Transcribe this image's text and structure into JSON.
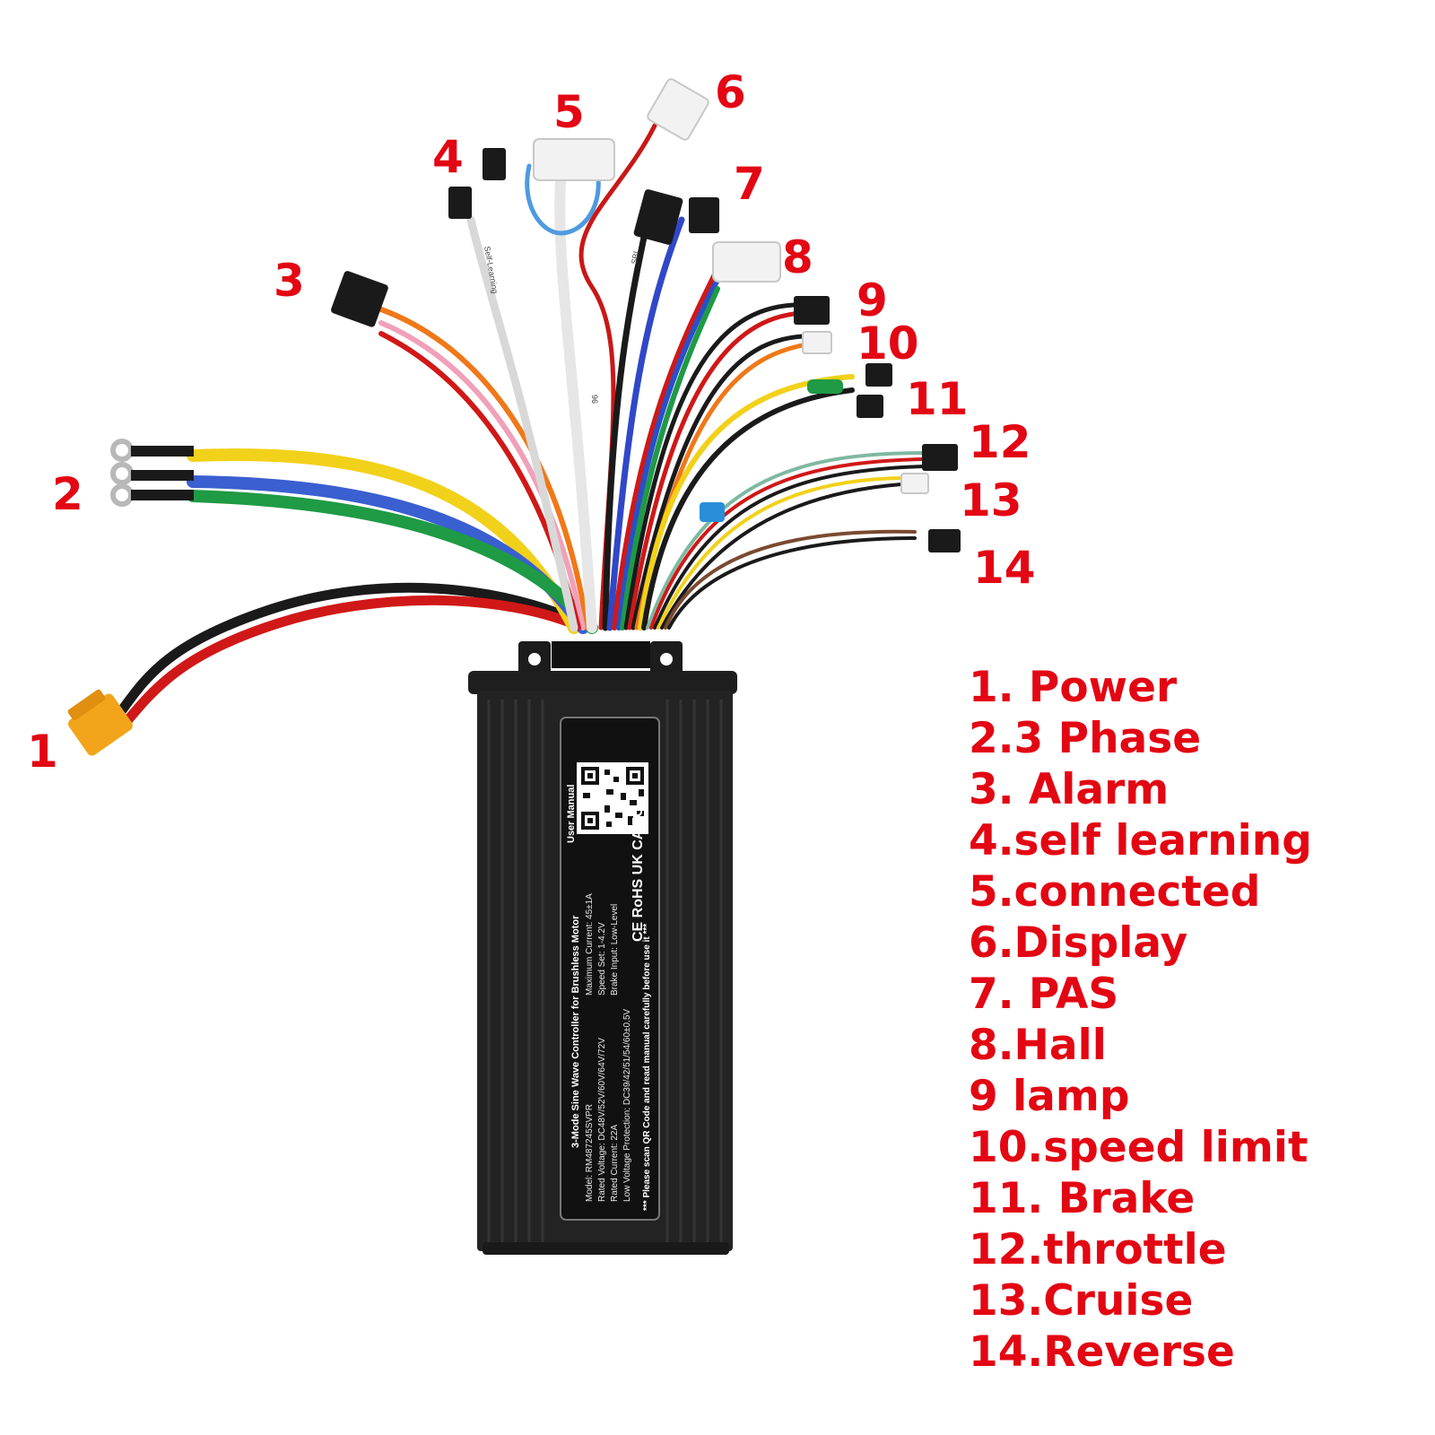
{
  "callouts": [
    "1",
    "2",
    "3",
    "4",
    "5",
    "6",
    "7",
    "8",
    "9",
    "10",
    "11",
    "12",
    "13",
    "14"
  ],
  "legend": [
    "1. Power",
    "2.3 Phase",
    "3. Alarm",
    "4.self learning",
    "5.connected",
    "6.Display",
    "7. PAS",
    "8.Hall",
    "9 lamp",
    "10.speed limit",
    "11. Brake",
    "12.throttle",
    "13.Cruise",
    "14.Reverse"
  ],
  "controller_label": {
    "user_manual": "User Manual",
    "certifications": "CE RoHS UK CA FC",
    "title": "3-Mode Sine Wave Controller for Brushless Motor",
    "model": "Model: RM487245SVPR",
    "rated_voltage": "Rated Voltage: DC48V/52V/60V/64V/72V",
    "rated_current": "Rated Current: 22A",
    "low_voltage": "Low Voltage Protection: DC39/42/51/54/60±0.5V",
    "max_current": "Maximum Current: 45±1A",
    "speed_set": "Speed Set: 1-4.2V",
    "brake_input": "Brake Input: Low-Level",
    "warning": "*** Please scan QR Code and read manual carefully before use it ***"
  },
  "wire_tags": [
    "Self-Learning",
    "96",
    "SBI"
  ]
}
